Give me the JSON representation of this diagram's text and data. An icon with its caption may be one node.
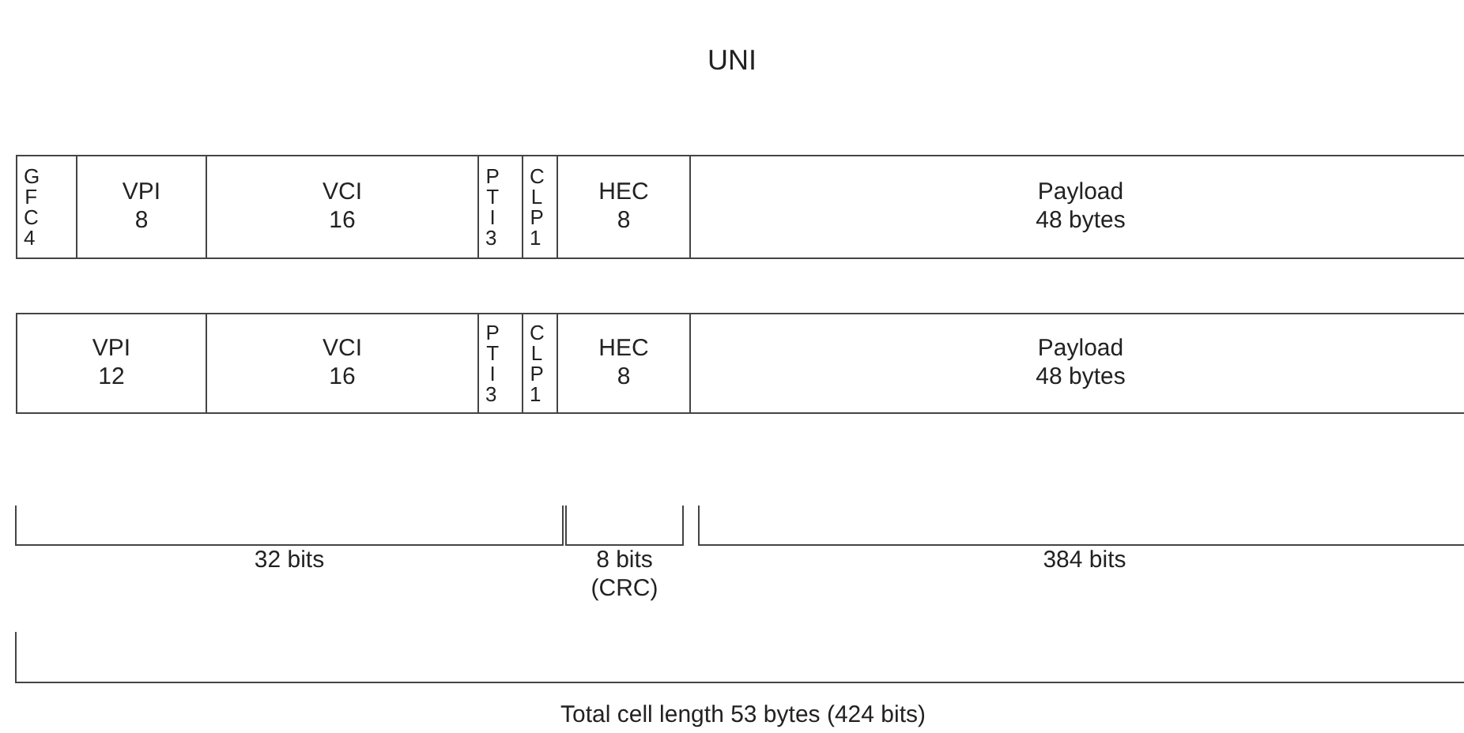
{
  "diagram": {
    "title": "UNI",
    "nodes": [
      {
        "text": [
          "GFC",
          "4"
        ]
      },
      {
        "text": [
          "VPI",
          "8"
        ]
      },
      {
        "text": [
          "VCI",
          "16"
        ]
      },
      {
        "text": [
          "PTI",
          "3"
        ]
      },
      {
        "text": [
          "CLP",
          "1"
        ]
      },
      {
        "text": [
          "HEC",
          "8"
        ]
      },
      {
        "text": [
          "Payload",
          "48 bytes"
        ]
      },
      {
        "text": [
          "VPI",
          "12"
        ]
      },
      {
        "text": [
          "VCI",
          "16"
        ]
      },
      {
        "text": [
          "PTI",
          "3"
        ]
      },
      {
        "text": [
          "CLP",
          "1"
        ]
      },
      {
        "text": [
          "HEC",
          "8"
        ]
      },
      {
        "text": [
          "Payload",
          "48 bytes"
        ]
      }
    ],
    "edges": [],
    "labels": [
      "32 bits",
      "8 bits (CRC)",
      "384 bits",
      "Total cell length 53 bytes (424 bits)"
    ]
  }
}
